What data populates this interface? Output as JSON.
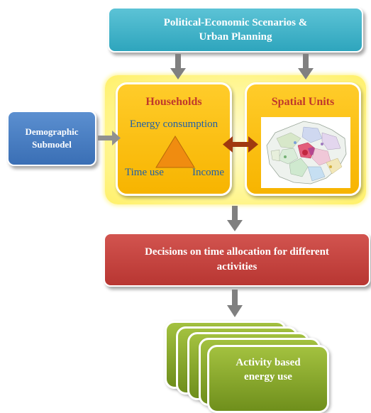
{
  "scenarios": {
    "line1": "Political-Economic Scenarios &",
    "line2": "Urban Planning"
  },
  "demographic": {
    "line1": "Demographic",
    "line2": "Submodel"
  },
  "households": {
    "title": "Households",
    "energy": "Energy consumption",
    "time_use": "Time use",
    "income": "Income"
  },
  "spatial": {
    "title": "Spatial Units"
  },
  "decisions": {
    "line1": "Decisions on time allocation for different",
    "line2": "activities"
  },
  "activity": {
    "line1": "Activity based",
    "line2": "energy use"
  },
  "colors": {
    "scenarios": "#3cb4ca",
    "demographic": "#4a7fc1",
    "households_title": "#c0392b",
    "households_text": "#1f5fa8",
    "panel": "#fff79a",
    "inner": "#ffc20e",
    "decisions": "#c5413d",
    "activity": "#8caa2c",
    "arrow": "#808080",
    "bidir_arrow": "#a0380f"
  }
}
